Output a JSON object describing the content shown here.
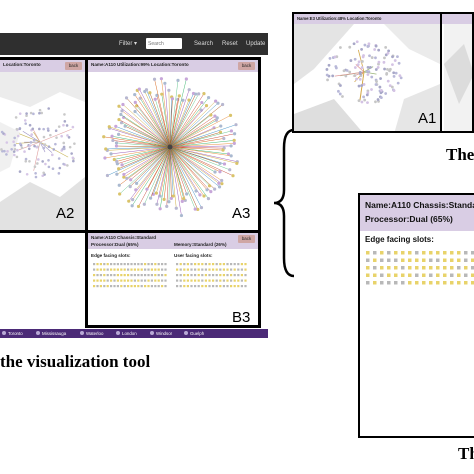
{
  "navbar": {
    "filter_label": "Filter",
    "caret": "▾",
    "search_placeholder": "Search",
    "search_label": "Search",
    "reset_label": "Reset",
    "update_label": "Update"
  },
  "panes": {
    "a2": {
      "title": "Location:Toronto",
      "back_label": "back",
      "label": "A2"
    },
    "a3": {
      "title": "Name:A110 Utilization:99% Location:Toronto",
      "back_label": "back",
      "label": "A3"
    },
    "b3": {
      "title": "Name:A110 Chassis:Standard",
      "processor": "Processor:Dual (65%)",
      "memory": "Memory:Standard (26%)",
      "back_label": "back",
      "edge_heading": "Edge facing slots:",
      "user_heading": "User facing slots:",
      "label": "B3"
    },
    "a1": {
      "title": "Name:E3 Utilization:48% Location:Toronto",
      "label": "A1"
    },
    "b_zoom": {
      "title_line1": "Name:A110 Chassis:Standa",
      "title_line2": "Processor:Dual (65%)",
      "edge_heading": "Edge facing slots:"
    }
  },
  "legend": {
    "items": [
      "Toronto",
      "Mississauga",
      "Waterloo",
      "London",
      "Windsor",
      "Guelph"
    ]
  },
  "captions": {
    "left": "the visualization tool",
    "right_top": "The",
    "right_bottom": "Th"
  },
  "colors": {
    "navbar": "#2f2f2f",
    "pane_header": "#d9cde4",
    "back_button": "#cfa6a4",
    "legend_bar": "#4b2a77",
    "slot_yellow": "#e8d36a",
    "slot_grey": "#b8b8b8"
  }
}
